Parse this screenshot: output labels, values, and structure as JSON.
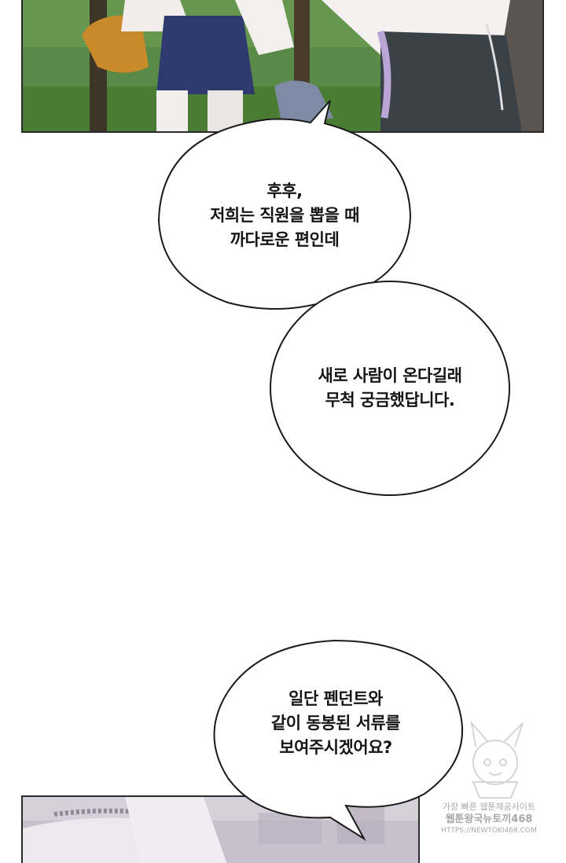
{
  "bubbles": [
    {
      "lines": [
        "후후,",
        "저희는 직원을 뽑을 때",
        "까다로운 편인데"
      ]
    },
    {
      "lines": [
        "새로 사람이 온다길래",
        "무척 궁금했답니다."
      ]
    },
    {
      "lines": [
        "일단 펜던트와",
        "같이 동봉된 서류를",
        "보여주시겠어요?"
      ]
    }
  ],
  "watermark": {
    "line1": "가장 빠른 웹툰제공사이트",
    "line2": "웹툰왕국뉴토끼468",
    "line3": "HTTPS://NEWTOKI468.COM"
  },
  "colors": {
    "background": "#ffffff",
    "bubble_fill": "#ffffff",
    "bubble_stroke": "#1a1a1a",
    "foliage": "#4e7a3e",
    "skirt": "#2e3a6e"
  }
}
